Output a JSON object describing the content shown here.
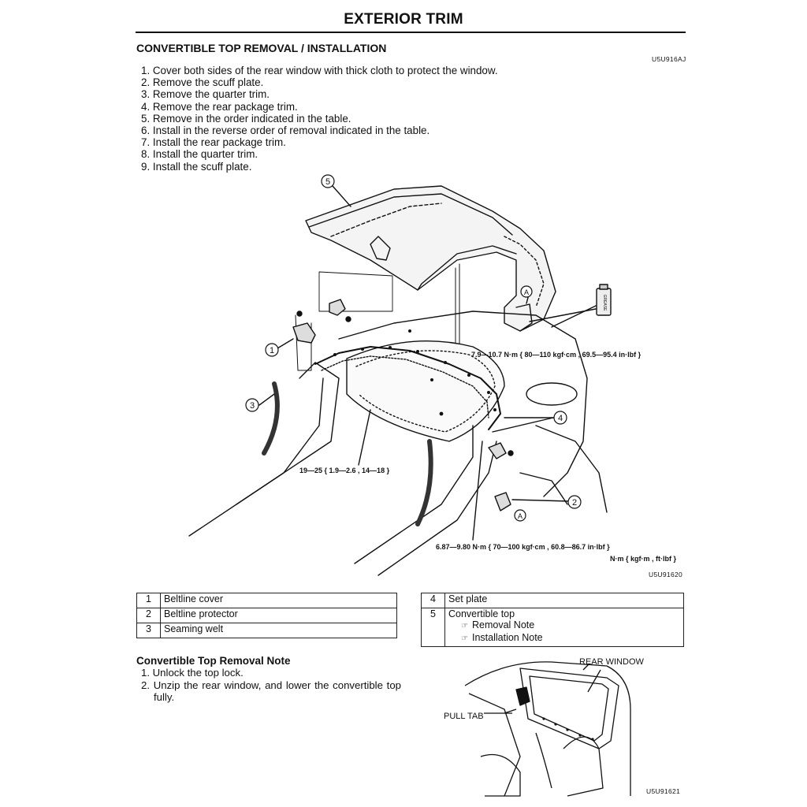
{
  "header": {
    "title": "EXTERIOR TRIM"
  },
  "section": {
    "heading": "CONVERTIBLE TOP REMOVAL / INSTALLATION",
    "figure_code": "U5U916AJ",
    "steps": [
      "1. Cover both sides of the rear window with thick cloth to protect the window.",
      "2. Remove the scuff plate.",
      "3. Remove the quarter trim.",
      "4. Remove the rear package trim.",
      "5. Remove in the order indicated in the table.",
      "6. Install in the reverse order of removal indicated in the table.",
      "7. Install the rear package trim.",
      "8. Install the quarter trim.",
      "9. Install the scuff plate."
    ]
  },
  "diagram": {
    "callouts": [
      "1",
      "2",
      "3",
      "4",
      "5",
      "A"
    ],
    "torque_top": "7.9—10.7 N·m { 80—110 kgf·cm , 69.5—95.4 in·lbf }",
    "torque_left": "19—25 { 1.9—2.6 , 14—18 }",
    "torque_bottom": "6.87—9.80 N·m { 70—100 kgf·cm , 60.8—86.7 in·lbf }",
    "units": "N·m { kgf·m , ft·lbf }",
    "figure_code": "U5U91620",
    "spray_label": "GREASE"
  },
  "parts_table_left": [
    {
      "num": "1",
      "name": "Beltline cover"
    },
    {
      "num": "2",
      "name": "Beltline protector"
    },
    {
      "num": "3",
      "name": "Seaming welt"
    }
  ],
  "parts_table_right": {
    "row4": {
      "num": "4",
      "name": "Set plate"
    },
    "row5": {
      "num": "5",
      "name": "Convertible top",
      "notes": [
        "Removal Note",
        "Installation Note"
      ]
    }
  },
  "removal_note": {
    "heading": "Convertible Top Removal Note",
    "steps": [
      "1. Unlock the top lock.",
      "2. Unzip the rear window, and lower the convertible top fully."
    ]
  },
  "small_figure": {
    "label_rear_window": "REAR WINDOW",
    "label_pull_tab": "PULL TAB",
    "figure_code": "U5U91621"
  }
}
